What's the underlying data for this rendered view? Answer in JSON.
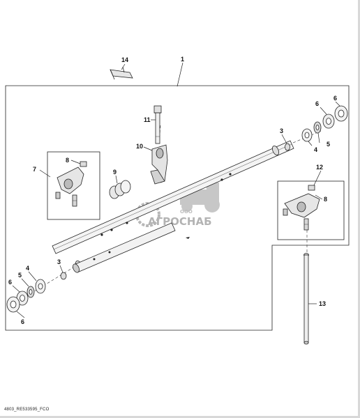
{
  "callouts": {
    "c1": "1",
    "c3a": "3",
    "c3b": "3",
    "c4a": "4",
    "c4b": "4",
    "c5a": "5",
    "c5b": "5",
    "c6a": "6",
    "c6b": "6",
    "c6c": "6",
    "c6d": "6",
    "c7": "7",
    "c8a": "8",
    "c8b": "8",
    "c9": "9",
    "c10": "10",
    "c11": "11",
    "c12": "12",
    "c13": "13",
    "c14": "14"
  },
  "watermark": {
    "company": "ООО",
    "name": "АГРОСНАБ"
  },
  "caption": "4803_RE533595_FCO",
  "colors": {
    "line": "#222222",
    "part": "#e9e9e9",
    "watermark": "#9a9a9a"
  }
}
